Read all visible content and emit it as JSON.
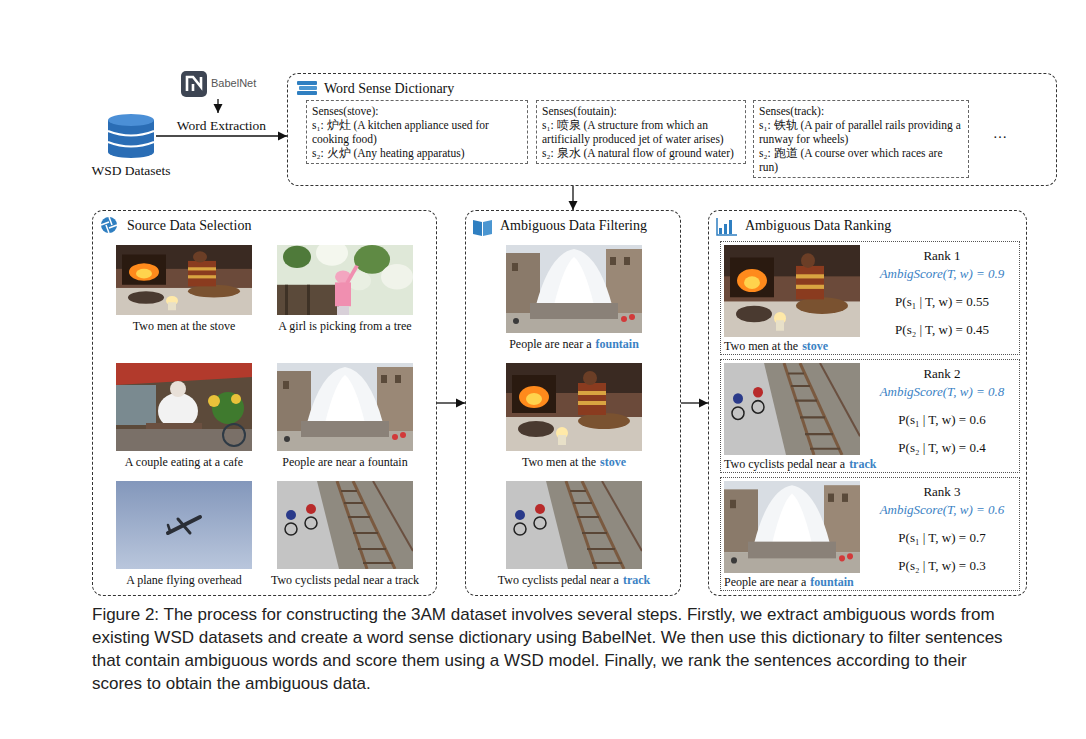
{
  "diagram": {
    "caption": "Figure 2: The process for constructing the 3AM dataset involves several steps. Firstly, we extract ambiguous words from existing WSD datasets and create a word sense dictionary using BabelNet. We then use this dictionary to filter sentences that contain ambiguous words and score them using a WSD model. Finally, we rank the sentences according to their scores to obtain the ambiguous data.",
    "nodes": [
      {
        "text": [
          "BabelNet"
        ]
      },
      {
        "text": [
          "WSD Datasets"
        ]
      },
      {
        "text": [
          "Word Sense Dictionary"
        ]
      },
      {
        "text": [
          "Senses(stove):",
          "s₁: 炉灶 (A kitchen appliance used for cooking food)",
          "s₂: 火炉 (Any heating apparatus)"
        ],
        "in": 2
      },
      {
        "text": [
          "Senses(foutain):",
          "s₁: 喷泉 (A structure from which an artificially produced jet of water arises)",
          "s₂: 泉水 (A natural flow of ground water)"
        ],
        "in": 2
      },
      {
        "text": [
          "Senses(track):",
          "s₁: 铁轨 (A pair of parallel rails providing a runway for wheels)",
          "s₂: 跑道 (A course over which races are run)"
        ],
        "in": 2
      },
      {
        "text": [
          "Source Data Selection"
        ]
      },
      {
        "text": [
          "Two men at the stove"
        ],
        "in": 6
      },
      {
        "text": [
          "A girl is picking from a tree"
        ],
        "in": 6
      },
      {
        "text": [
          "A couple eating at a cafe"
        ],
        "in": 6
      },
      {
        "text": [
          "People are near a fountain"
        ],
        "in": 6
      },
      {
        "text": [
          "A plane flying overhead"
        ],
        "in": 6
      },
      {
        "text": [
          "Two cyclists pedal near a track"
        ],
        "in": 6
      },
      {
        "text": [
          "Ambiguous Data Filtering"
        ]
      },
      {
        "text": [
          "People are near a",
          "fountain"
        ],
        "in": 13
      },
      {
        "text": [
          "Two men at the",
          "stove"
        ],
        "in": 13
      },
      {
        "text": [
          "Two cyclists pedal near a",
          "track"
        ],
        "in": 13
      },
      {
        "text": [
          "Ambiguous Data Ranking"
        ]
      },
      {
        "text": [
          "Rank 1",
          "AmbigScore(T, w) = 0.9",
          "P(s₁ | T, w) = 0.55",
          "P(s₂ | T, w) = 0.45",
          "Two men at the",
          "stove"
        ],
        "in": 17
      },
      {
        "text": [
          "Rank 2",
          "AmbigScore(T, w) = 0.8",
          "P(s₁ | T, w) = 0.6",
          "P(s₂ | T, w) = 0.4",
          "Two cyclists pedal near a",
          "track"
        ],
        "in": 17
      },
      {
        "text": [
          "Rank 3",
          "AmbigScore(T, w) = 0.6",
          "P(s₁ | T, w) = 0.7",
          "P(s₂ | T, w) = 0.3",
          "People are near a",
          "fountain"
        ],
        "in": 17
      }
    ],
    "edges": [
      {
        "from": 1,
        "to": 2,
        "label": "Word Extraction",
        "arrow": "to"
      },
      {
        "from": 2,
        "to": 13,
        "arrow": "to"
      },
      {
        "from": 6,
        "to": 13,
        "arrow": "to"
      },
      {
        "from": 13,
        "to": 17,
        "arrow": "to"
      }
    ],
    "labels": [
      "…"
    ]
  }
}
